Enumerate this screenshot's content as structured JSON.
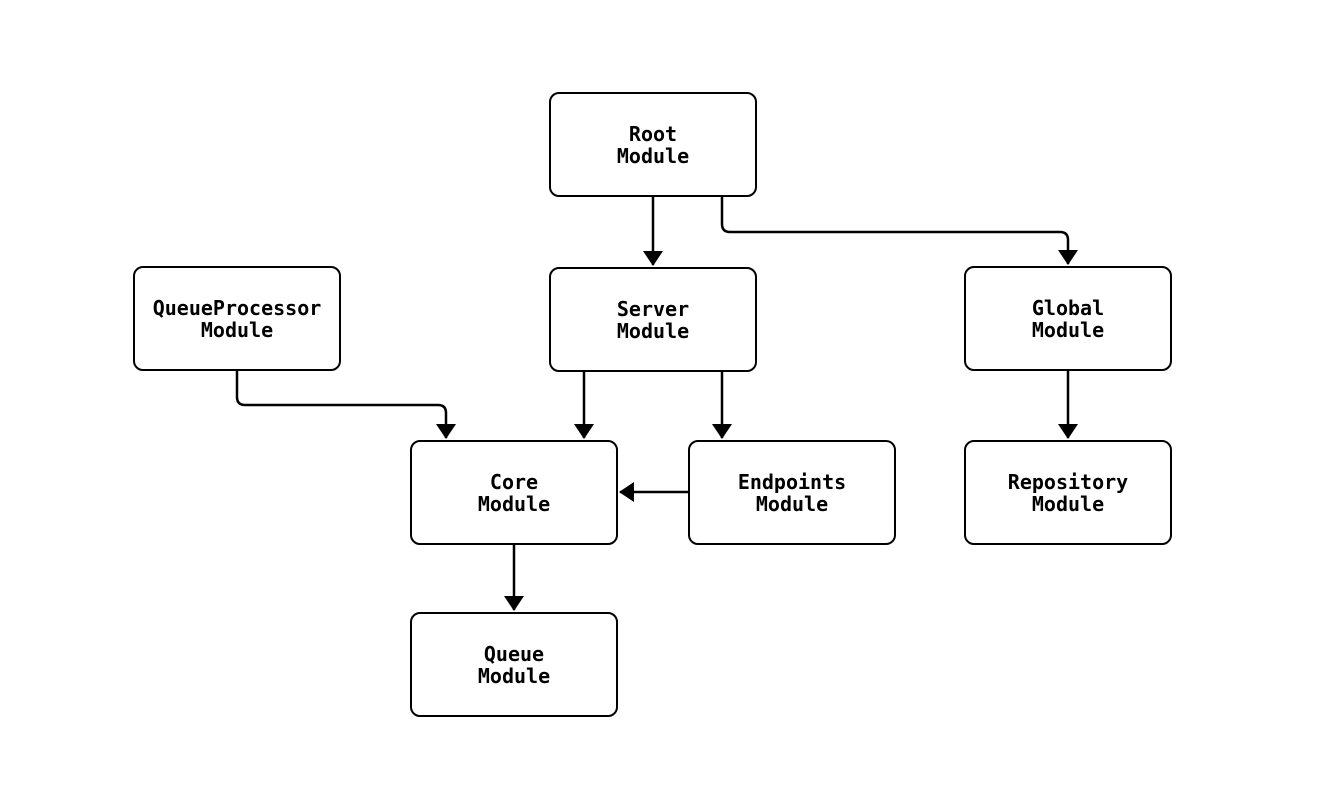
{
  "diagram": {
    "background_color": "#ffffff",
    "stroke_color": "#000000",
    "node_fill_color": "#ffffff",
    "nodes": [
      {
        "id": "root",
        "label": "Root\nModule"
      },
      {
        "id": "queueprocessor",
        "label": "QueueProcessor\nModule"
      },
      {
        "id": "server",
        "label": "Server\nModule"
      },
      {
        "id": "global",
        "label": "Global\nModule"
      },
      {
        "id": "core",
        "label": "Core\nModule"
      },
      {
        "id": "endpoints",
        "label": "Endpoints\nModule"
      },
      {
        "id": "repository",
        "label": "Repository\nModule"
      },
      {
        "id": "queue",
        "label": "Queue\nModule"
      }
    ],
    "edges": [
      {
        "from": "root",
        "to": "server"
      },
      {
        "from": "root",
        "to": "global"
      },
      {
        "from": "queueprocessor",
        "to": "core"
      },
      {
        "from": "server",
        "to": "core"
      },
      {
        "from": "server",
        "to": "endpoints"
      },
      {
        "from": "endpoints",
        "to": "core"
      },
      {
        "from": "global",
        "to": "repository"
      },
      {
        "from": "core",
        "to": "queue"
      }
    ]
  }
}
